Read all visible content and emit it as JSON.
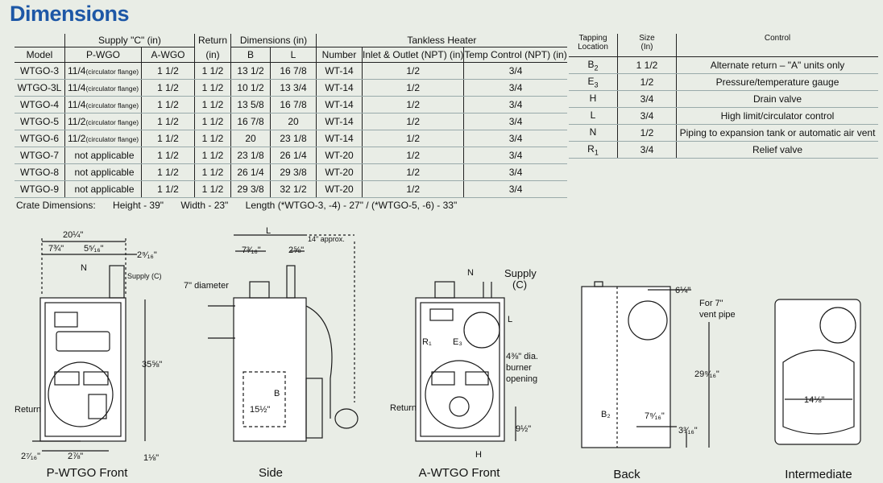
{
  "title": "Dimensions",
  "main_table": {
    "group_headers": {
      "supply": "Supply \"C\" (in)",
      "return": "Return",
      "return_unit": "(in)",
      "dimensions": "Dimensions (in)",
      "tankless": "Tankless Heater"
    },
    "columns": [
      "Model",
      "P-WGO",
      "A-WGO",
      "B",
      "L",
      "Number",
      "Inlet & Outlet (NPT) (in)",
      "Temp Control (NPT) (in)"
    ],
    "rows": [
      {
        "model": "WTGO-3",
        "pwgo": "11/4",
        "pwgo_note": "(circulator flange)",
        "awgo": "1 1/2",
        "ret": "1 1/2",
        "b": "13 1/2",
        "l": "16 7/8",
        "num": "WT-14",
        "inlet": "1/2",
        "temp": "3/4"
      },
      {
        "model": "WTGO-3L",
        "pwgo": "11/4",
        "pwgo_note": "(circulator flange)",
        "awgo": "1 1/2",
        "ret": "1 1/2",
        "b": "10 1/2",
        "l": "13 3/4",
        "num": "WT-14",
        "inlet": "1/2",
        "temp": "3/4"
      },
      {
        "model": "WTGO-4",
        "pwgo": "11/4",
        "pwgo_note": "(circulator flange)",
        "awgo": "1 1/2",
        "ret": "1 1/2",
        "b": "13 5/8",
        "l": "16 7/8",
        "num": "WT-14",
        "inlet": "1/2",
        "temp": "3/4"
      },
      {
        "model": "WTGO-5",
        "pwgo": "11/2",
        "pwgo_note": "(circulator flange)",
        "awgo": "1 1/2",
        "ret": "1 1/2",
        "b": "16 7/8",
        "l": "20",
        "num": "WT-14",
        "inlet": "1/2",
        "temp": "3/4"
      },
      {
        "model": "WTGO-6",
        "pwgo": "11/2",
        "pwgo_note": "(circulator flange)",
        "awgo": "1 1/2",
        "ret": "1 1/2",
        "b": "20",
        "l": "23 1/8",
        "num": "WT-14",
        "inlet": "1/2",
        "temp": "3/4"
      },
      {
        "model": "WTGO-7",
        "pwgo": "not applicable",
        "pwgo_note": "",
        "awgo": "1 1/2",
        "ret": "1 1/2",
        "b": "23 1/8",
        "l": "26 1/4",
        "num": "WT-20",
        "inlet": "1/2",
        "temp": "3/4"
      },
      {
        "model": "WTGO-8",
        "pwgo": "not applicable",
        "pwgo_note": "",
        "awgo": "1 1/2",
        "ret": "1 1/2",
        "b": "26 1/4",
        "l": "29 3/8",
        "num": "WT-20",
        "inlet": "1/2",
        "temp": "3/4"
      },
      {
        "model": "WTGO-9",
        "pwgo": "not applicable",
        "pwgo_note": "",
        "awgo": "1 1/2",
        "ret": "1 1/2",
        "b": "29 3/8",
        "l": "32 1/2",
        "num": "WT-20",
        "inlet": "1/2",
        "temp": "3/4"
      }
    ]
  },
  "crate": {
    "label": "Crate Dimensions:",
    "height": "Height - 39\"",
    "width": "Width - 23\"",
    "length": "Length (*WTGO-3, -4) - 27\" / (*WTGO-5, -6) - 33\""
  },
  "tapping_table": {
    "headers": {
      "loc1": "Tapping",
      "loc2": "Location",
      "size1": "Size",
      "size2": "(In)",
      "control": "Control"
    },
    "rows": [
      {
        "loc": "B",
        "sub": "2",
        "size": "1 1/2",
        "control": "Alternate return – \"A\" units only"
      },
      {
        "loc": "E",
        "sub": "3",
        "size": "1/2",
        "control": "Pressure/temperature gauge"
      },
      {
        "loc": "H",
        "sub": "",
        "size": "3/4",
        "control": "Drain valve"
      },
      {
        "loc": "L",
        "sub": "",
        "size": "3/4",
        "control": "High limit/circulator control"
      },
      {
        "loc": "N",
        "sub": "",
        "size": "1/2",
        "control": "Piping to expansion tank or automatic air vent"
      },
      {
        "loc": "R",
        "sub": "1",
        "size": "3/4",
        "control": "Relief valve"
      }
    ]
  },
  "diagrams": {
    "captions": [
      "P-WTGO Front",
      "Side",
      "A-WTGO Front",
      "Back",
      "Intermediate"
    ],
    "pfront": {
      "width": "20¼\"",
      "a": "7¾\"",
      "b": "5⁵⁄₁₆\"",
      "c": "2⁹⁄₁₆\"",
      "n": "N",
      "supply": "Supply (C)",
      "height": "35⅝\"",
      "ret": "Return",
      "d": "2⁷⁄₁₆\"",
      "e": "2⅞\"",
      "f": "1⅛\""
    },
    "side": {
      "l": "L",
      "approx": "14\" approx.",
      "a": "7³⁄₁₆\"",
      "b": "2⅝\"",
      "dia": "7\" diameter",
      "bb": "B",
      "h": "15½\""
    },
    "afront": {
      "n": "N",
      "supply": "Supply",
      "supply_c": "(C)",
      "l": "L",
      "r1": "R₁",
      "e3": "E₃",
      "burner": [
        "4⅜\" dia.",
        "burner",
        "opening"
      ],
      "ret": "Return",
      "h": "9½\"",
      "hh": "H"
    },
    "back": {
      "a": "6¼\"",
      "vent1": "For 7\"",
      "vent2": "vent pipe",
      "h": "29⁹⁄₁₆\"",
      "b2": "B₂",
      "b": "7⁹⁄₁₆\"",
      "c": "3³⁄₁₆\""
    },
    "inter": {
      "w": "14⅛\""
    }
  }
}
